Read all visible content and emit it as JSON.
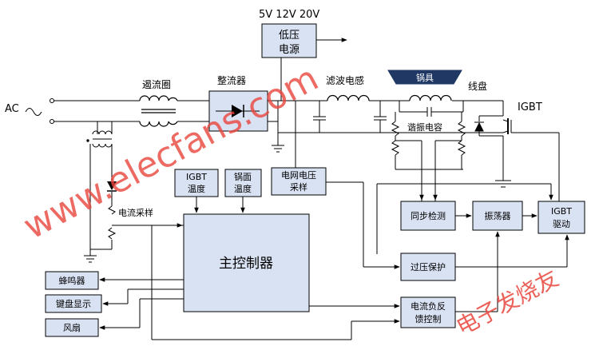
{
  "labels": {
    "ac": "AC",
    "voltages": "5V 12V 20V",
    "low_voltage_supply": [
      "低压",
      "电源"
    ],
    "emi_coil": "遏流圈",
    "rectifier": "整流器",
    "filter_inductor": "滤波电感",
    "pot": "锅具",
    "coil_plate": "线盘",
    "igbt": "IGBT",
    "resonant_capacitor": "谐振电容",
    "current_sampling": "电流采样",
    "igbt_temp": [
      "IGBT",
      "温度"
    ],
    "pot_temp": [
      "锅面",
      "温度"
    ],
    "grid_voltage_sampling": [
      "电网电压",
      "采样"
    ],
    "sync_detect": "同步检测",
    "oscillator": "振荡器",
    "igbt_driver": [
      "IGBT",
      "驱动"
    ],
    "main_controller": "主控制器",
    "overvoltage_protection": "过压保护",
    "current_feedback_control": [
      "电流负反",
      "馈控制"
    ],
    "buzzer": "蜂鸣器",
    "keypad_display": "键盘显示",
    "fan": "风扇"
  },
  "watermarks": {
    "site": "www.elecfans.com",
    "cn": "电子发烧友"
  },
  "colors": {
    "box_fill": "#d9e2f3",
    "line": "#000000",
    "pot_fill": "#1f3864",
    "watermark": "#e8453c"
  }
}
